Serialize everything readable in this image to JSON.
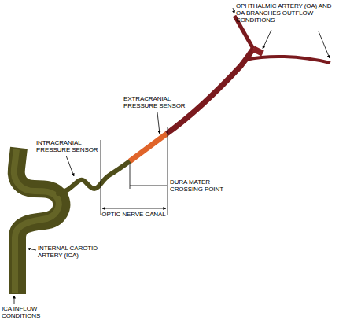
{
  "diagram": {
    "labels": [
      "OPHTHALMIC ARTERY (OA) AND OA BRANCHES OUTFLOW CONDITIONS",
      "EXTRACRANIAL PRESSURE SENSOR",
      "INTRACRANIAL PRESSURE SENSOR",
      "DURA MATER CROSSING POINT",
      "OPTIC NERVE CANAL",
      "INTERNAL CAROTID ARTERY (ICA)",
      "ICA INFLOW CONDITIONS"
    ]
  }
}
